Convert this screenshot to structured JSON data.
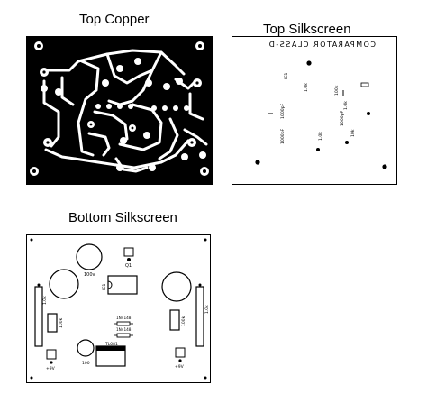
{
  "panels": {
    "top_copper": {
      "title": "Top Copper"
    },
    "top_silk": {
      "title": "Top Silkscreen",
      "board_text": "COMPARATOR CLASS-D",
      "labels": {
        "ic1": "IC1",
        "r1": "1.0k",
        "r2": "1.0k",
        "r3": "1.0k",
        "c1": "1000pF",
        "c2": "1000pF",
        "c3": "100k",
        "c4": "10k",
        "c5": "1000pF"
      }
    },
    "bottom_silk": {
      "title": "Bottom Silkscreen",
      "labels": {
        "c_top": "100v",
        "c_bottom": "100",
        "q1": "Q1",
        "ic": "IC1",
        "d1": "1N4148",
        "d2": "1N4148",
        "r_left": "1.0k",
        "r_right": "1.0k",
        "pot_left": "100k",
        "pot_right": "100k",
        "reg": "TL081",
        "vin_left": "+9V",
        "vin_right": "+9V"
      }
    }
  }
}
